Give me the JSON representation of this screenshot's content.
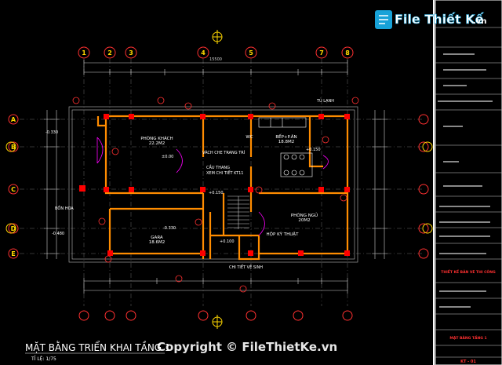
{
  "watermark": {
    "logo_text": "File Thiết Kế",
    "logo_domain": ".vn",
    "footer": "Copyright © FileThietKe.vn"
  },
  "drawing": {
    "title": "MẶT BẰNG TRIỂN KHAI TẦNG 1",
    "scale": "TỈ LỆ: 1/75",
    "grid_columns": [
      "1",
      "2",
      "3",
      "4",
      "5",
      "7",
      "8"
    ],
    "grid_rows": [
      "A",
      "B",
      "C",
      "D",
      "E"
    ],
    "overall_dim": "15500",
    "rooms": {
      "living": {
        "name": "PHÒNG KHÁCH",
        "area": "22.2M2"
      },
      "kitchen": {
        "name": "BẾP+P.ĂN",
        "area": "18.8M2"
      },
      "bedroom": {
        "name": "PHÒNG NGỦ",
        "area": "20M2"
      },
      "garage": {
        "name": "GARA",
        "area": "18.6M2"
      },
      "wc": {
        "name": "WC"
      },
      "tech": {
        "name": "HỘP KỸ THUẬT"
      }
    },
    "labels": {
      "fridge": "TỦ LẠNH",
      "partition": "VÁCH CHE TRANG TRÍ",
      "stair": "CẦU THANG",
      "stair_ref": "XEM CHI TIẾT KT11",
      "flower": "BỒN HOA",
      "wc_detail": "CHI TIẾT VỆ SINH",
      "lvl_living": "±0.00",
      "lvl_kitchen": "+0.150",
      "lvl_stair": "+0.150",
      "lvl_garage": "-0.330",
      "lvl_wc": "+0.100",
      "lvl_out1": "-0.330",
      "lvl_out2": "-0.480"
    }
  },
  "title_block": {
    "project_title": "THIẾT KẾ BẢN VẼ THI CÔNG",
    "sheet_name": "MẶT BẰNG TẦNG 1",
    "sheet_no": "KT - 01"
  },
  "colors": {
    "wall": "#ff8c00",
    "column": "#ff0000",
    "dim": "#d0d0d0",
    "grid_bubble": "#ffd700",
    "text": "#ffffff",
    "accent": "#00e0ff",
    "magenta": "#ff00ff"
  }
}
